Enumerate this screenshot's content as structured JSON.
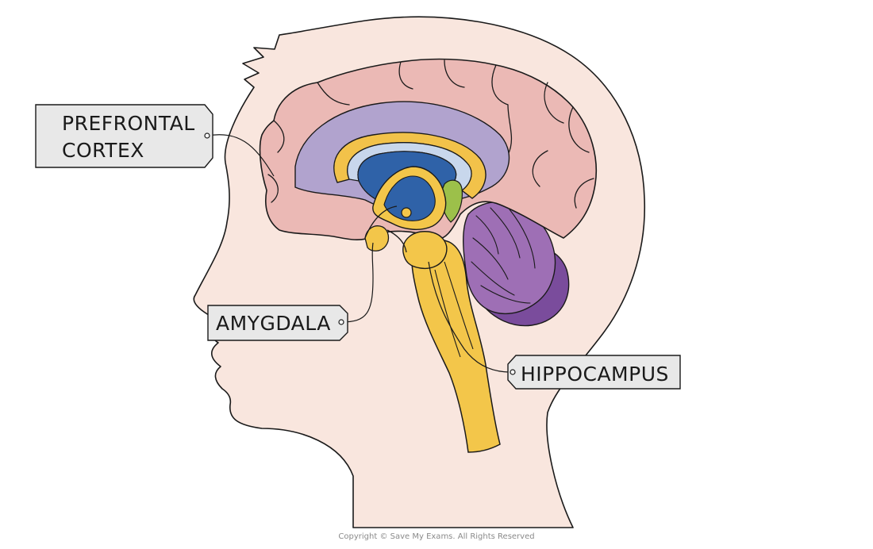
{
  "labels": {
    "prefrontal_cortex": [
      "PREFRONTAL",
      "CORTEX"
    ],
    "amygdala": "AMYGDALA",
    "hippocampus": "HIPPOCAMPUS"
  },
  "copyright": "Copyright © Save My Exams. All Rights Reserved",
  "colors": {
    "skin": "#f9e6de",
    "cortex": "#ebb9b5",
    "inner_lavender": "#b1a3ce",
    "corpus_callosum": "#f2c24a",
    "ventricle_light": "#c8d7ec",
    "ventricle_blue": "#2f62a8",
    "green": "#9cc04a",
    "brainstem_yellow": "#f3c64a",
    "cerebellum_light": "#9e6fb5",
    "cerebellum_dark": "#7a4c9c",
    "tag_fill": "#e8e8e8",
    "outline": "#1a1a1a"
  }
}
